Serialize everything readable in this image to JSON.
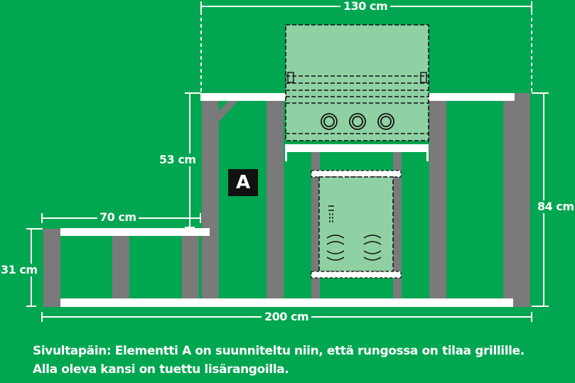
{
  "dimensions": {
    "width_top": "130 cm",
    "height_upper": "53 cm",
    "height_total": "84 cm",
    "shelf_width": "70 cm",
    "height_low": "31 cm",
    "width_total": "200 cm"
  },
  "element_label": "A",
  "grill_marks": "— — —",
  "caption": {
    "line1": "Sivultapäin: Elementti A on suunniteltu niin, että rungossa on tilaa grillille.",
    "line2": "Alla oleva kansi on tuettu lisärangoilla."
  },
  "colors": {
    "background": "#00A650",
    "post": "#7A7A7A",
    "plank": "#FFFFFF",
    "grill_fill": "#8FD1A3",
    "outline": "#111111"
  }
}
